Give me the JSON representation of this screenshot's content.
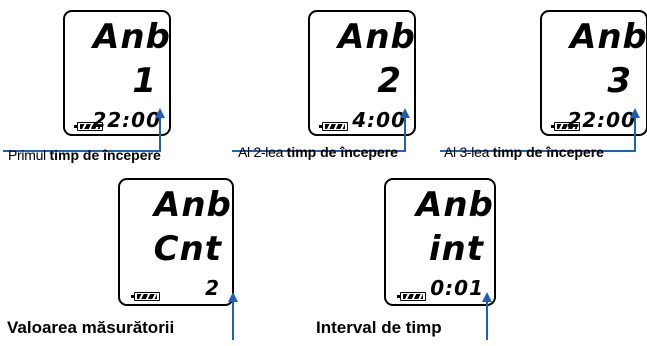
{
  "panels": [
    {
      "title": "Anb",
      "value": "1",
      "time": "22:00",
      "caption_prefix": "Primul ",
      "caption_bold": "timp de începere"
    },
    {
      "title": "Anb",
      "value": "2",
      "time": "4:00",
      "caption_prefix": "Al 2-lea ",
      "caption_bold": "timp de începere"
    },
    {
      "title": "Anb",
      "value": "3",
      "time": "22:00",
      "caption_prefix": "Al 3-lea ",
      "caption_bold": "timp de începere"
    },
    {
      "title": "Anb",
      "value": "Cnt",
      "time": "2",
      "caption": "Valoarea măsurătorii"
    },
    {
      "title": "Anb",
      "value": "int",
      "time": "0:01",
      "caption": "Interval de timp"
    }
  ],
  "battery_icon": "battery-full-icon",
  "arrow_color": "#1f5fb5"
}
